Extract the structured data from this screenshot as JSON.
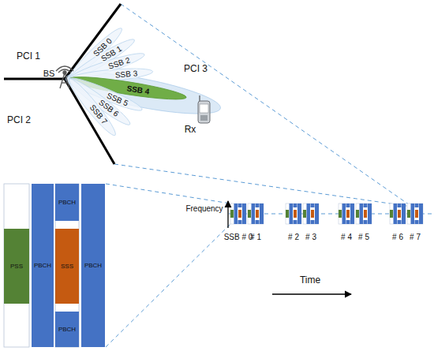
{
  "diagram": {
    "nodes": [
      {
        "text": [
          "PSS"
        ]
      },
      {
        "text": [
          "PBCH"
        ]
      },
      {
        "text": [
          "PBCH"
        ]
      },
      {
        "text": [
          "SSS"
        ]
      },
      {
        "text": [
          "PBCH"
        ]
      },
      {
        "text": [
          "PBCH"
        ]
      }
    ],
    "labels": [
      "PCI 1",
      "BS",
      "SSB 0",
      "SSB 1",
      "SSB 2",
      "SSB 3",
      "SSB 4",
      "SSB 5",
      "SSB 6",
      "SSB 7",
      "PCI 3",
      "PCI 2",
      "Rx",
      "Frequency",
      "SSB # 0",
      "# 1",
      "# 2",
      "# 3",
      "# 4",
      "# 5",
      "# 6",
      "# 7",
      "Time"
    ]
  }
}
